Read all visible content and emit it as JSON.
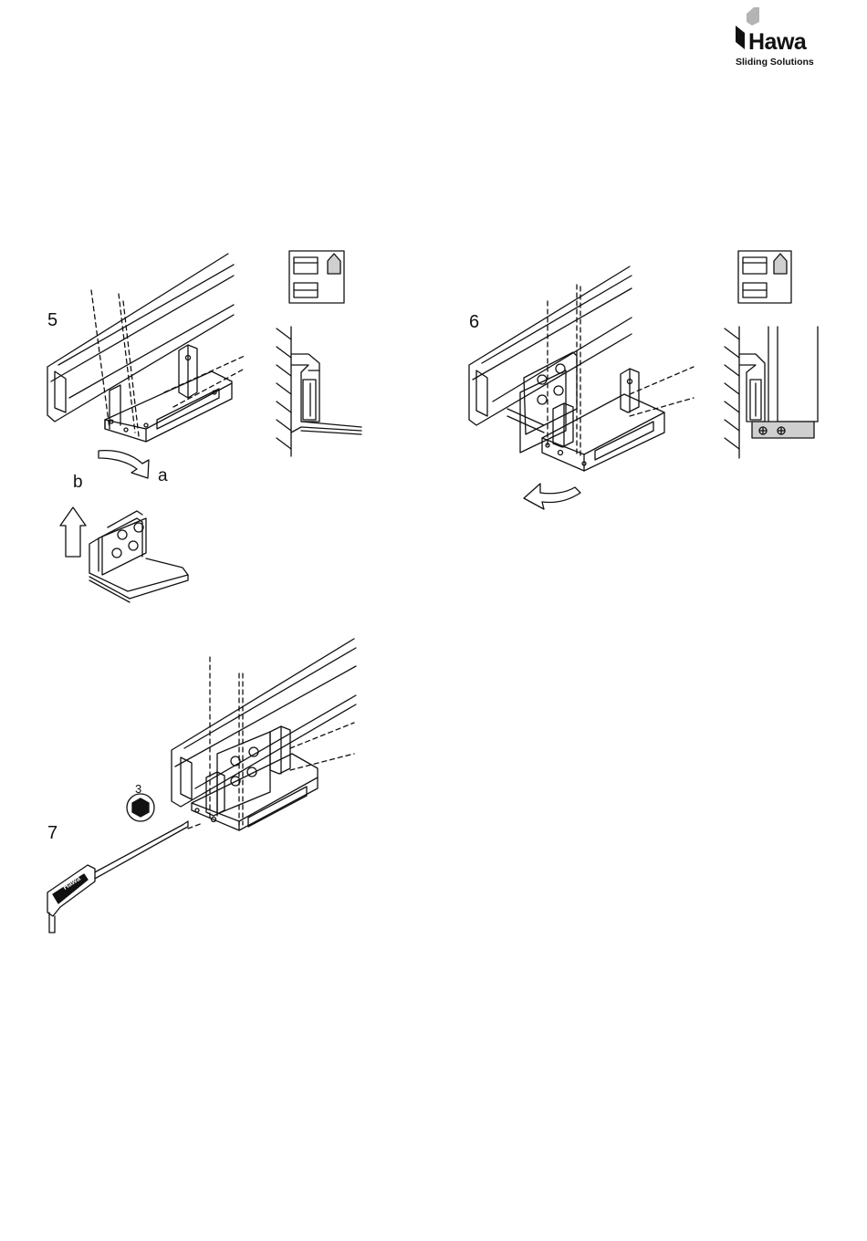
{
  "logo": {
    "word": "Hawa",
    "tagline": "Sliding Solutions"
  },
  "steps": [
    {
      "number": "5"
    },
    {
      "number": "6"
    },
    {
      "number": "7"
    }
  ],
  "step5_labels": {
    "a": "a",
    "b": "b"
  },
  "step7_tool": {
    "hex_size": "3",
    "tool_label": "Hawa"
  },
  "icons": [
    "glass-panel-icon",
    "wall-house-icon"
  ],
  "colors": {
    "line": "#111111",
    "fill_grey": "#cfcfcf",
    "background": "#ffffff"
  }
}
